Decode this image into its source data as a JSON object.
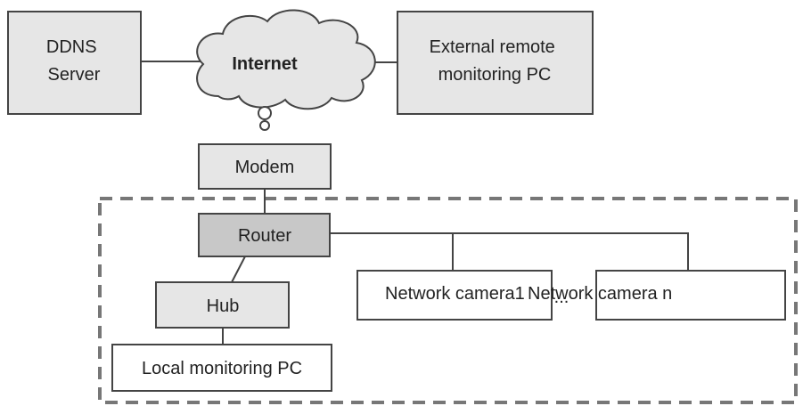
{
  "diagram": {
    "nodes": {
      "ddns_server": {
        "lines": [
          "DDNS",
          "Server"
        ]
      },
      "internet": {
        "label": "Internet"
      },
      "external_pc": {
        "lines": [
          "External remote",
          "monitoring PC"
        ]
      },
      "modem": {
        "label": "Modem"
      },
      "router": {
        "label": "Router"
      },
      "hub": {
        "label": "Hub"
      },
      "local_pc": {
        "label": "Local monitoring PC"
      },
      "camera_1": {
        "label": "Network camera1"
      },
      "camera_n": {
        "label": "Network camera n"
      },
      "ellipsis": {
        "label": "..."
      }
    },
    "colors": {
      "box_light": "#e6e6e6",
      "box_router": "#c8c8c8",
      "box_white": "#ffffff",
      "stroke": "#444444",
      "dashed_border": "#777777"
    }
  }
}
